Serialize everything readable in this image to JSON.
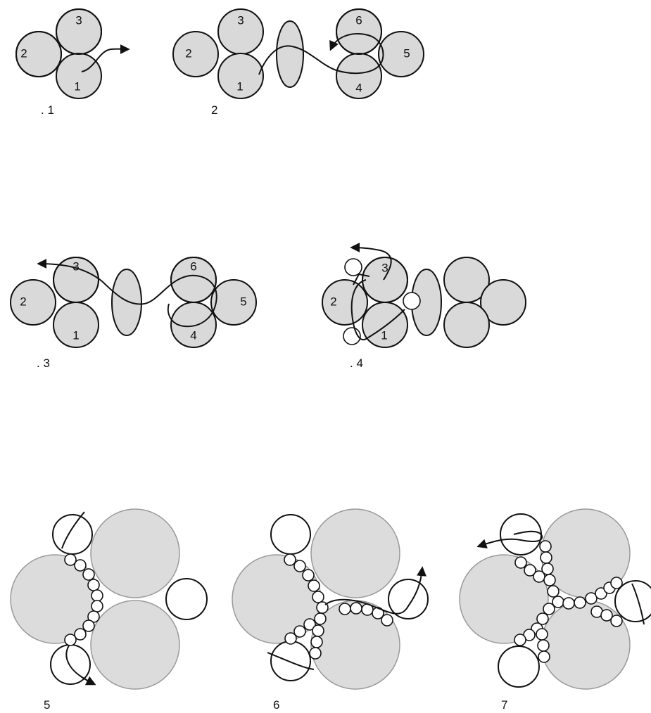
{
  "steps": [
    {
      "caption": ". 1",
      "beads": [
        "1",
        "2",
        "3"
      ]
    },
    {
      "caption": "2",
      "beads": [
        "1",
        "2",
        "3",
        "4",
        "5",
        "6"
      ]
    },
    {
      "caption": ". 3",
      "beads": [
        "1",
        "2",
        "3",
        "4",
        "5",
        "6"
      ]
    },
    {
      "caption": ". 4",
      "beads": [
        "1",
        "2",
        "3"
      ]
    },
    {
      "caption": "5"
    },
    {
      "caption": "6"
    },
    {
      "caption": "7"
    }
  ],
  "colors": {
    "bead_fill": "#d9d9d9",
    "bead_fill_pale": "#dcdcdc",
    "stroke": "#111111",
    "seed_fill": "#ffffff"
  }
}
